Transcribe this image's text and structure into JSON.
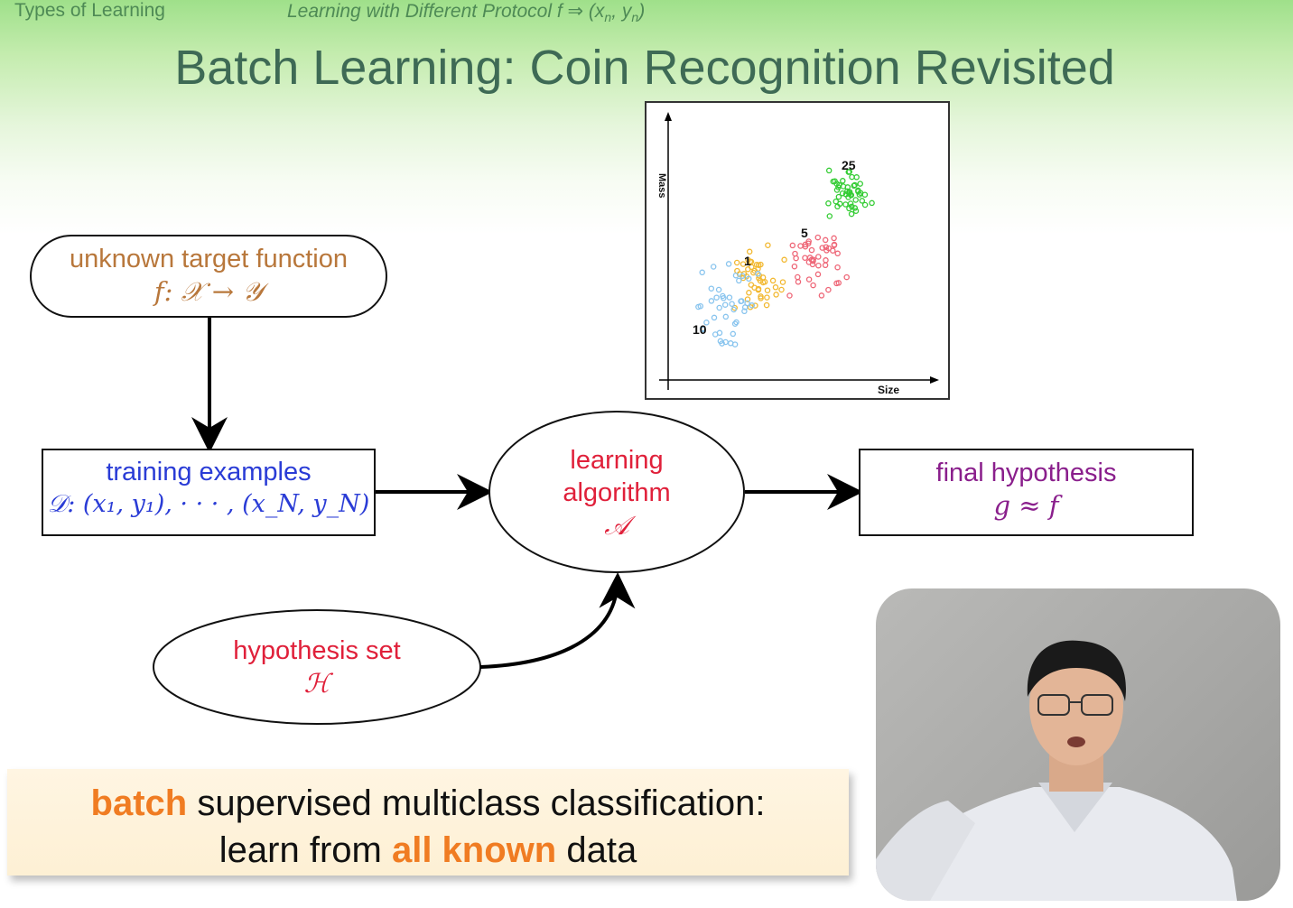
{
  "header": {
    "section": "Types of Learning",
    "subsection_text": "Learning with Different Protocol f ⇒ (x",
    "subsection_sub_n": "n",
    "subsection_mid": ", y",
    "subsection_end": ")",
    "title": "Batch Learning: Coin Recognition Revisited"
  },
  "diagram": {
    "target": {
      "line1": "unknown target function",
      "line2": "f: 𝒳 → 𝒴"
    },
    "training": {
      "line1": "training examples",
      "line2": "𝒟: (x₁, y₁), · · · , (x_N, y_N)"
    },
    "algorithm": {
      "line1": "learning",
      "line2": "algorithm",
      "line3": "𝒜"
    },
    "final": {
      "line1": "final hypothesis",
      "line2": "g ≈ f"
    },
    "hypothesis": {
      "line1": "hypothesis set",
      "line2": "ℋ"
    }
  },
  "scatter": {
    "ylabel": "Mass",
    "xlabel": "Size",
    "cluster_labels": [
      "25",
      "5",
      "1",
      "10"
    ],
    "colors": {
      "green": "#33cc33",
      "red": "#ee6677",
      "orange": "#f2b830",
      "blue": "#88c4ee"
    }
  },
  "banner": {
    "w1": "batch",
    "w2": " supervised multiclass classification:",
    "w3": "learn from ",
    "w4": "all known",
    "w5": " data"
  },
  "colors": {
    "target_text": "#b8773b",
    "training_text": "#2a3cd6",
    "algorithm_text": "#e0203a",
    "final_text": "#8a1f8c",
    "hypothesis_text": "#e0203a",
    "highlight": "#f07c22"
  }
}
